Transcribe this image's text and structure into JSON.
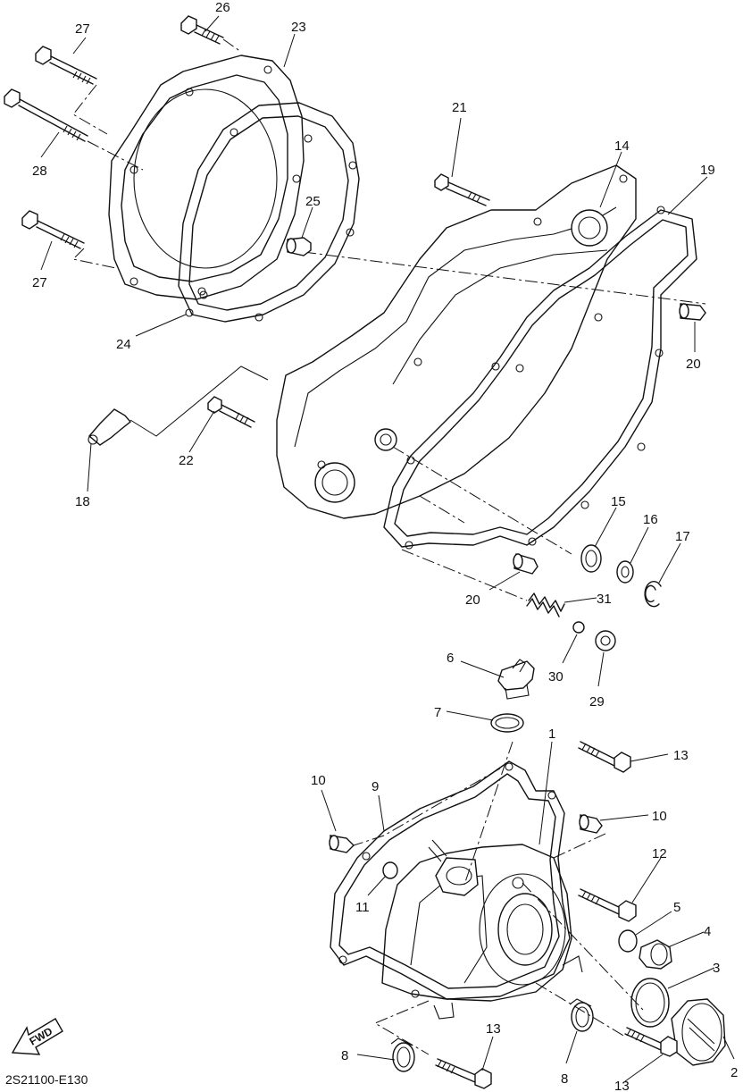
{
  "diagram_code": "2S21100-E130",
  "fwd_label": "FWD",
  "callouts": [
    {
      "id": "c1",
      "text": "1"
    },
    {
      "id": "c2",
      "text": "2"
    },
    {
      "id": "c3",
      "text": "3"
    },
    {
      "id": "c4",
      "text": "4"
    },
    {
      "id": "c5",
      "text": "5"
    },
    {
      "id": "c6",
      "text": "6"
    },
    {
      "id": "c7",
      "text": "7"
    },
    {
      "id": "c8a",
      "text": "8"
    },
    {
      "id": "c8b",
      "text": "8"
    },
    {
      "id": "c9",
      "text": "9"
    },
    {
      "id": "c10a",
      "text": "10"
    },
    {
      "id": "c10b",
      "text": "10"
    },
    {
      "id": "c11",
      "text": "11"
    },
    {
      "id": "c12",
      "text": "12"
    },
    {
      "id": "c13a",
      "text": "13"
    },
    {
      "id": "c13b",
      "text": "13"
    },
    {
      "id": "c13c",
      "text": "13"
    },
    {
      "id": "c14",
      "text": "14"
    },
    {
      "id": "c15",
      "text": "15"
    },
    {
      "id": "c16",
      "text": "16"
    },
    {
      "id": "c17",
      "text": "17"
    },
    {
      "id": "c18",
      "text": "18"
    },
    {
      "id": "c19",
      "text": "19"
    },
    {
      "id": "c20a",
      "text": "20"
    },
    {
      "id": "c20b",
      "text": "20"
    },
    {
      "id": "c21",
      "text": "21"
    },
    {
      "id": "c22",
      "text": "22"
    },
    {
      "id": "c23",
      "text": "23"
    },
    {
      "id": "c24",
      "text": "24"
    },
    {
      "id": "c25",
      "text": "25"
    },
    {
      "id": "c26",
      "text": "26"
    },
    {
      "id": "c27a",
      "text": "27"
    },
    {
      "id": "c27b",
      "text": "27"
    },
    {
      "id": "c28",
      "text": "28"
    },
    {
      "id": "c29",
      "text": "29"
    },
    {
      "id": "c30",
      "text": "30"
    },
    {
      "id": "c31",
      "text": "31"
    }
  ]
}
